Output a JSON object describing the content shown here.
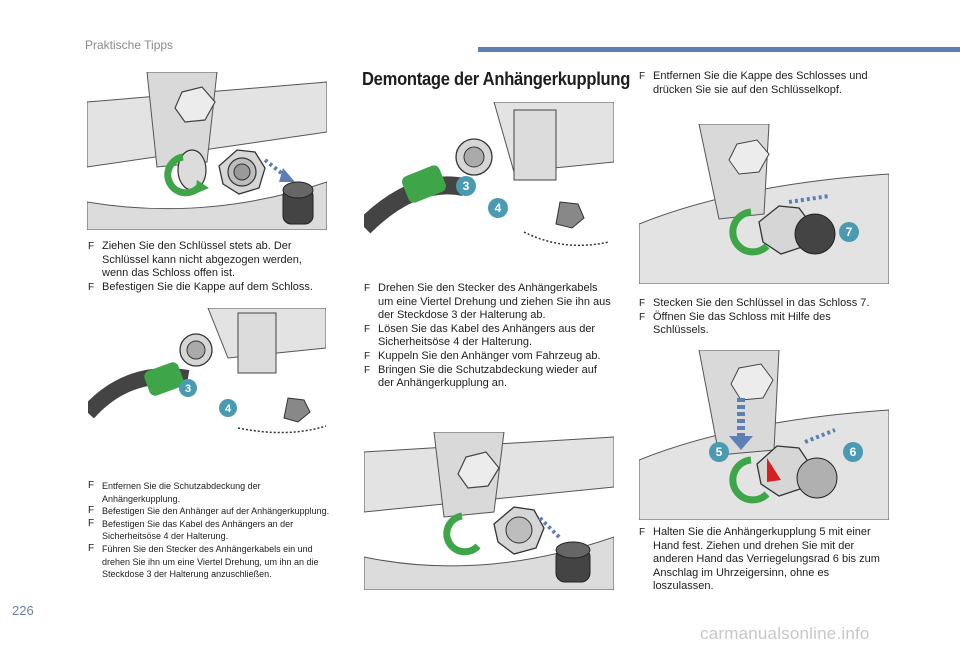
{
  "header": {
    "section": "Praktische Tipps",
    "page_number": "226"
  },
  "watermark": "carmanualsonline.info",
  "title": "Demontage der Anhängerkupplung",
  "bullet_glyph": "F",
  "col1": {
    "steps_a": [
      "Ziehen Sie den Schlüssel stets ab. Der Schlüssel kann nicht abgezogen werden, wenn das Schloss offen ist.",
      "Befestigen Sie die Kappe auf dem Schloss."
    ],
    "steps_b": [
      "Entfernen Sie die Schutzabdeckung der Anhängerkupplung.",
      "Befestigen Sie den Anhänger auf der Anhängerkupplung.",
      "Befestigen Sie das Kabel des Anhängers an der Sicherheitsöse 4 der Halterung.",
      "Führen Sie den Stecker des Anhängerkabels ein und drehen Sie ihn um eine Viertel Drehung, um ihn an die Steckdose 3 der Halterung anzuschließen."
    ]
  },
  "col2": {
    "steps": [
      "Drehen Sie den Stecker des Anhängerkabels um eine Viertel Drehung und ziehen Sie ihn aus der Steckdose 3 der Halterung ab.",
      "Lösen Sie das Kabel des Anhängers aus der Sicherheitsöse 4 der Halterung.",
      "Kuppeln Sie den Anhänger vom Fahrzeug ab.",
      "Bringen Sie die Schutzabdeckung wieder auf der Anhängerkupplung an."
    ]
  },
  "col3": {
    "steps_a": [
      "Entfernen Sie die Kappe des Schlosses und drücken Sie sie auf den Schlüsselkopf."
    ],
    "steps_b": [
      "Stecken Sie den Schlüssel in das Schloss 7.",
      "Öffnen Sie das Schloss mit Hilfe des Schlüssels."
    ],
    "steps_c": [
      "Halten Sie die Anhängerkupplung 5 mit einer Hand fest. Ziehen und drehen Sie mit der anderen Hand das Verriegelungsrad 6 bis zum Anschlag im Uhrzeigersinn, ohne es loszulassen."
    ]
  },
  "callouts": {
    "socket": "3",
    "eyelet": "4",
    "coupling": "5",
    "wheel": "6",
    "lock": "7"
  },
  "colors": {
    "accent_green": "#3ea548",
    "accent_blue": "#5d7fb5",
    "callout_teal": "#4a9ab2",
    "red_mark": "#d42020"
  }
}
